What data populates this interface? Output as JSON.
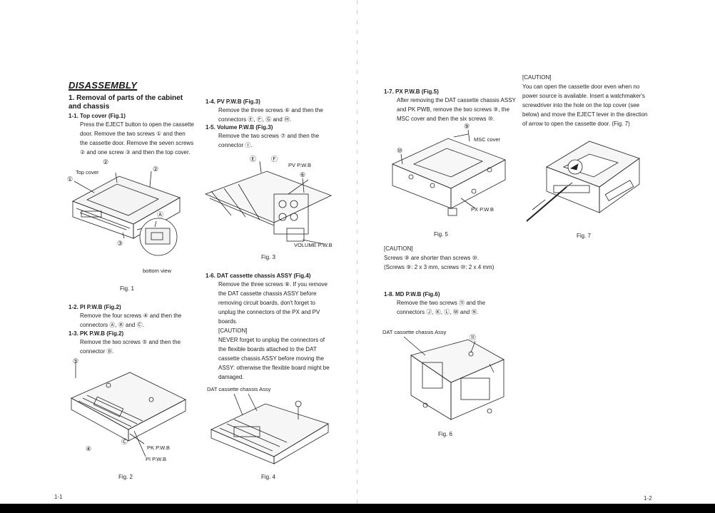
{
  "left_page": {
    "heading": "DISASSEMBLY",
    "section1_title": "1.  Removal of parts of the cabinet and chassis",
    "s11_title": "1-1.  Top cover (Fig.1)",
    "s11_lines": [
      "Press the EJECT button to open the cassette",
      "door.  Remove the two screws ① and then",
      "the cassette door.  Remove the seven screws",
      "② and one screw ③ and then the top cover."
    ],
    "fig1_labels": {
      "top_cover": "Top cover",
      "bottom_view": "bottom view",
      "a": "Ⓐ",
      "screw1": "①",
      "screw2a": "②",
      "screw2b": "②",
      "screw3": "③"
    },
    "fig1_caption": "Fig. 1",
    "s12_title": "1-2.  PI  P.W.B (Fig.2)",
    "s12_lines": [
      "Remove  the  four  screws ④ and  then  the",
      "connectors Ⓐ, Ⓑ and Ⓒ."
    ],
    "s13_title": "1-3.  PK P.W.B (Fig.2)",
    "s13_lines": [
      "Remove  the  two  screws ⑤ and  then  the",
      "connector Ⓓ."
    ],
    "fig2_labels": {
      "pk_pwb": "PK P.W.B",
      "pi_pwb": "PI P.W.B",
      "screw5": "⑤",
      "screw4": "④",
      "c": "Ⓒ"
    },
    "fig2_caption": "Fig. 2",
    "s14_title": "1-4.  PV P.W.B (Fig.3)",
    "s14_lines": [
      "Remove  the  three  screws ⑥ and  then  the",
      "connectors Ⓔ, Ⓕ, Ⓖ and Ⓗ."
    ],
    "s15_title": "1-5.  Volume P.W.B (Fig.3)",
    "s15_lines": [
      "Remove  the  two  screws ⑦ and  then  the",
      "connector Ⓘ."
    ],
    "fig3_labels": {
      "pv_pwb": "PV P.W.B",
      "volume_pwb": "VOLUME P.W.B",
      "e": "Ⓔ",
      "f": "Ⓕ",
      "screw6": "⑥"
    },
    "fig3_caption": "Fig. 3",
    "s16_title": "1-6.  DAT cassette chassis ASSY (Fig.4)",
    "s16_lines": [
      "Remove the three screws ⑧.  If you remove",
      "the  DAT  cassette  chassis  ASSY  before",
      "removing  circuit  boards,  don't  forget  to",
      "unplug  the  connectors  of  the  PX  and  PV",
      "boards.",
      "[CAUTION]",
      "NEVER forget to unplug the connectors of",
      "the  flexible  boards  attached  to  the  DAT",
      "cassette  chassis  ASSY  before  moving  the",
      "ASSY: otherwise the flexible board might be",
      "damaged."
    ],
    "fig4_labels": {
      "dat_assy": "DAT cassette chassis Assy"
    },
    "fig4_caption": "Fig. 4",
    "page_number": "1-1"
  },
  "right_page": {
    "s17_title": "1-7.  PX  P.W.B (Fig.5)",
    "s17_lines": [
      "After removing the DAT cassette chassis ASSY",
      "and PK PWB, remove the two screws ⑨, the",
      "MSC cover and then the six screws ⑩."
    ],
    "fig5_labels": {
      "msc_cover": "MSC cover",
      "px_pwb": "PX P.W.B",
      "screw9": "⑨",
      "screw10": "⑩"
    },
    "fig5_caption": "Fig. 5",
    "caution1_title": "[CAUTION]",
    "caution1_lines": [
      "Screws ⑨ are shorter than screws ⑩.",
      "(Screws ⑨: 2 x 3 mm, screws ⑩: 2 x 4 mm)"
    ],
    "s18_title": "1-8.  MD P.W.B (Fig.6)",
    "s18_lines": [
      "Remove  the  two  screws ⑪ and  the",
      "connectors Ⓙ, Ⓚ, Ⓛ, Ⓜ and Ⓝ."
    ],
    "fig6_labels": {
      "dat_assy": "DAT cassette chassis Assy",
      "screw11": "⑪"
    },
    "fig6_caption": "Fig. 6",
    "caution2_title": "[CAUTION]",
    "caution2_lines": [
      "You  can  open  the  cassette  door  even  when  no",
      "power source is available.  Insert a watchmaker's",
      "screwdriver  into  the  hole  on  the  top  cover  (see",
      "below) and move the EJECT lever in the direction",
      "of arrow to open the cassette door.  (Fig. 7)"
    ],
    "fig7_caption": "Fig. 7",
    "page_number": "1-2"
  }
}
